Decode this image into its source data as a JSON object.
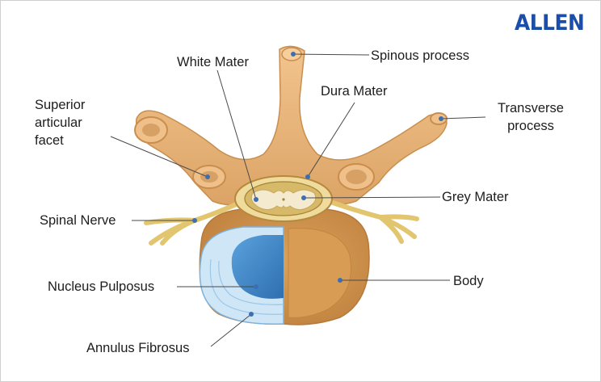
{
  "brand": {
    "logo_text": "ALLEN",
    "logo_color": "#1b4ea8"
  },
  "labels": {
    "spinous_process": "Spinous process",
    "white_mater": "White Mater",
    "dura_mater": "Dura Mater",
    "superior_articular_facet": "Superior articular facet",
    "transverse_process": "Transverse process",
    "grey_mater": "Grey Mater",
    "spinal_nerve": "Spinal Nerve",
    "nucleus_pulposus": "Nucleus Pulposus",
    "body": "Body",
    "annulus_fibrosus": "Annulus Fibrosus"
  },
  "colors": {
    "bone": "#e8b276",
    "bone_shadow": "#c98e4e",
    "cord": "#e6cf8a",
    "nucleus": "#3f86c8",
    "annulus": "#cfe6f6",
    "leader_line": "#4a4a4a"
  }
}
